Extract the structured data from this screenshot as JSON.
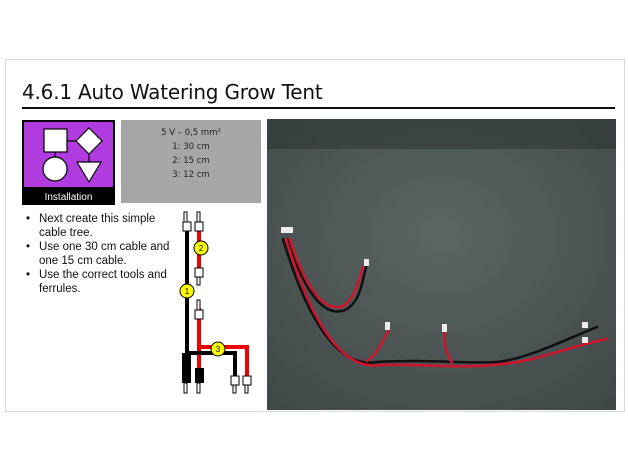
{
  "title": "4.6.1 Auto Watering Grow Tent",
  "badge": {
    "label": "Installation",
    "color": "#b03ce0"
  },
  "spec": {
    "lines": [
      "5 V – 0,5 mm²",
      "1: 30 cm",
      "2: 15 cm",
      "3:  12 cm"
    ]
  },
  "bullets": [
    "Next create this simple cable tree.",
    "Use one 30 cm cable and one 15 cm cable.",
    "Use the correct tools and ferrules."
  ],
  "diagram": {
    "markers": [
      "1",
      "2",
      "3"
    ]
  }
}
